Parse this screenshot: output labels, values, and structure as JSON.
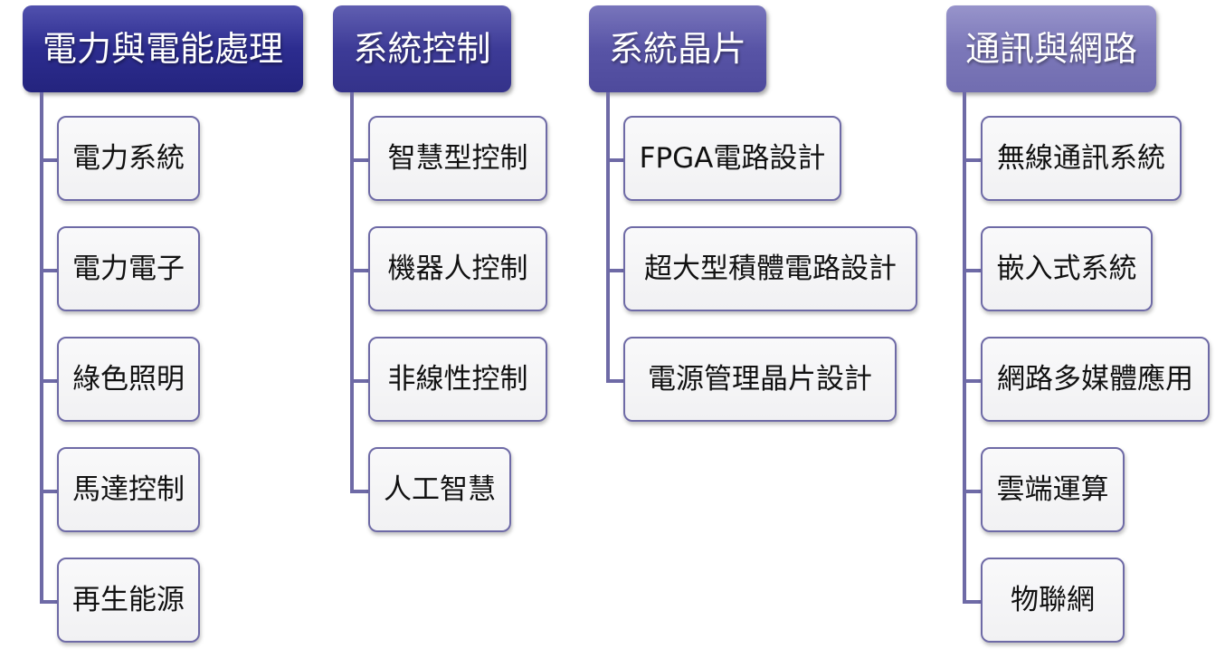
{
  "diagram": {
    "type": "hierarchy",
    "connector_color": "#6e6aa6",
    "child_border_color": "#6e6aa6",
    "columns": [
      {
        "title": "電力與電能處理",
        "color": "#2a2a8c",
        "children": [
          "電力系統",
          "電力電子",
          "綠色照明",
          "馬達控制",
          "再生能源"
        ]
      },
      {
        "title": "系統控制",
        "color": "#3d3b96",
        "children": [
          "智慧型控制",
          "機器人控制",
          "非線性控制",
          "人工智慧"
        ]
      },
      {
        "title": "系統晶片",
        "color": "#5753a6",
        "children": [
          "FPGA電路設計",
          "超大型積體電路設計",
          "電源管理晶片設計"
        ]
      },
      {
        "title": "通訊與網路",
        "color": "#7c78bb",
        "children": [
          "無線通訊系統",
          "嵌入式系統",
          "網路多媒體應用",
          "雲端運算",
          "物聯網"
        ]
      }
    ]
  }
}
